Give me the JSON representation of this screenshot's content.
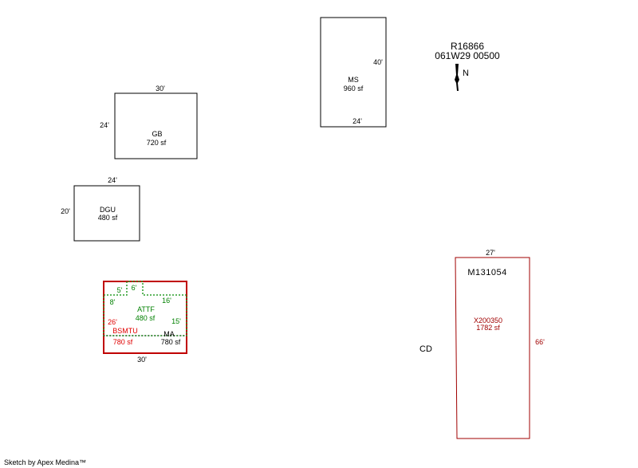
{
  "parcel": {
    "id": "R16866",
    "map_number": "061W29 00500",
    "north_label": "N"
  },
  "buildings": {
    "gb": {
      "label": "GB",
      "area": "720 sf",
      "width": "30'",
      "depth": "24'"
    },
    "dgu": {
      "label": "DGU",
      "area": "480 sf",
      "width": "24'",
      "depth": "20'"
    },
    "ms": {
      "label": "MS",
      "area": "960 sf",
      "width": "24'",
      "depth": "40'"
    },
    "main": {
      "bsmtu_label": "BSMTU",
      "bsmtu_area": "780 sf",
      "ma_label": "MA",
      "ma_area": "780 sf",
      "attf_label": "ATTF",
      "attf_area": "480 sf",
      "width": "30'",
      "depth": "26'",
      "dims": {
        "d5": "5'",
        "d6": "6'",
        "d8": "8'",
        "d16": "16'",
        "d15": "15'"
      }
    },
    "condo": {
      "label": "M131054",
      "sub_label": "X200350",
      "area": "1782 sf",
      "width": "27'",
      "depth": "66'",
      "cd_label": "CD"
    }
  },
  "colors": {
    "black": "#000000",
    "red": "#e00000",
    "green": "#008000",
    "dark_red": "#a00000"
  },
  "footer": "Sketch by Apex Medina™"
}
